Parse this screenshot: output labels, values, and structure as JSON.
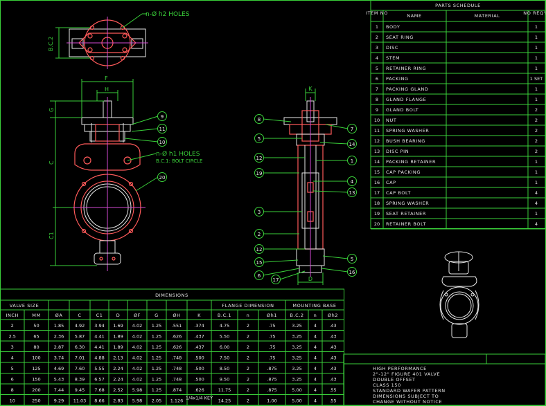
{
  "callouts": {
    "top_holes": "n-Ø h2 HOLES",
    "mid_holes": "n-Ø h1 HOLES",
    "bolt_circle": "B.C.1: BOLT CIRCLE",
    "dim_bc2": "B.C.2",
    "dim_f": "F",
    "dim_h": "H",
    "dim_g": "G",
    "dim_c": "C",
    "dim_c1": "C1",
    "dim_k": "K",
    "dim_d": "D"
  },
  "front_balloons": [
    "9",
    "11",
    "10",
    "20"
  ],
  "side_balloons_left": [
    "8",
    "5",
    "12",
    "19",
    "3",
    "2",
    "12",
    "15",
    "6",
    "17"
  ],
  "side_balloons_right": [
    "7",
    "14",
    "1",
    "4",
    "13",
    "5",
    "16"
  ],
  "parts": {
    "title": "PARTS SCHEDULE",
    "headers": {
      "item": "ITEM NO",
      "name": "NAME",
      "material": "MATERIAL",
      "qty": "NO REQ'D"
    },
    "rows": [
      {
        "no": "1",
        "name": "BODY",
        "material": "",
        "qty": "1"
      },
      {
        "no": "2",
        "name": "SEAT RING",
        "material": "",
        "qty": "1"
      },
      {
        "no": "3",
        "name": "DISC",
        "material": "",
        "qty": "1"
      },
      {
        "no": "4",
        "name": "STEM",
        "material": "",
        "qty": "1"
      },
      {
        "no": "5",
        "name": "RETAINER RING",
        "material": "",
        "qty": "1"
      },
      {
        "no": "6",
        "name": "PACKING",
        "material": "",
        "qty": "1 SET"
      },
      {
        "no": "7",
        "name": "PACKING GLAND",
        "material": "",
        "qty": "1"
      },
      {
        "no": "8",
        "name": "GLAND FLANGE",
        "material": "",
        "qty": "1"
      },
      {
        "no": "9",
        "name": "GLAND BOLT",
        "material": "",
        "qty": "2"
      },
      {
        "no": "10",
        "name": "NUT",
        "material": "",
        "qty": "2"
      },
      {
        "no": "11",
        "name": "SPRING WASHER",
        "material": "",
        "qty": "2"
      },
      {
        "no": "12",
        "name": "BUSH BEARING",
        "material": "",
        "qty": "2"
      },
      {
        "no": "13",
        "name": "DISC PIN",
        "material": "",
        "qty": "2"
      },
      {
        "no": "14",
        "name": "PACKING RETAINER",
        "material": "",
        "qty": "1"
      },
      {
        "no": "15",
        "name": "CAP PACKING",
        "material": "",
        "qty": "1"
      },
      {
        "no": "16",
        "name": "CAP",
        "material": "",
        "qty": "1"
      },
      {
        "no": "17",
        "name": "CAP BOLT",
        "material": "",
        "qty": "4"
      },
      {
        "no": "18",
        "name": "SPRING WASHER",
        "material": "",
        "qty": "4"
      },
      {
        "no": "19",
        "name": "SEAT RETAINER",
        "material": "",
        "qty": "1"
      },
      {
        "no": "20",
        "name": "RETAINER BOLT",
        "material": "",
        "qty": "4"
      }
    ]
  },
  "dimensions": {
    "title": "DIMENSIONS",
    "group_headers": {
      "valve_size": "VALVE SIZE",
      "flange": "FLANGE DIMENSION",
      "mounting": "MOUNTING BASE"
    },
    "columns": [
      "INCH",
      "MM",
      "ØA",
      "C",
      "C1",
      "D",
      "ØF",
      "G",
      "ØH",
      "K",
      "B.C.1",
      "n",
      "Øh1",
      "B.C.2",
      "n",
      "Øh2"
    ],
    "rows": [
      [
        "2",
        "50",
        "1.85",
        "4.92",
        "3.94",
        "1.69",
        "4.02",
        "1.25",
        ".551",
        ".374",
        "4.75",
        "2",
        ".75",
        "3.25",
        "4",
        ".43"
      ],
      [
        "2.5",
        "65",
        "2.36",
        "5.87",
        "4.41",
        "1.89",
        "4.02",
        "1.25",
        ".626",
        ".437",
        "5.50",
        "2",
        ".75",
        "3.25",
        "4",
        ".43"
      ],
      [
        "3",
        "80",
        "2.87",
        "6.30",
        "4.41",
        "1.89",
        "4.02",
        "1.25",
        ".626",
        ".437",
        "6.00",
        "2",
        ".75",
        "3.25",
        "4",
        ".43"
      ],
      [
        "4",
        "100",
        "3.74",
        "7.01",
        "4.88",
        "2.13",
        "4.02",
        "1.25",
        ".748",
        ".500",
        "7.50",
        "2",
        ".75",
        "3.25",
        "4",
        ".43"
      ],
      [
        "5",
        "125",
        "4.69",
        "7.60",
        "5.55",
        "2.24",
        "4.02",
        "1.25",
        ".748",
        ".500",
        "8.50",
        "2",
        ".875",
        "3.25",
        "4",
        ".43"
      ],
      [
        "6",
        "150",
        "5.43",
        "8.39",
        "6.57",
        "2.24",
        "4.02",
        "1.25",
        ".748",
        ".500",
        "9.50",
        "2",
        ".875",
        "3.25",
        "4",
        ".43"
      ],
      [
        "8",
        "200",
        "7.44",
        "9.45",
        "7.68",
        "2.52",
        "5.98",
        "1.25",
        ".874",
        ".626",
        "11.75",
        "2",
        ".875",
        "5.00",
        "4",
        ".55"
      ],
      [
        "10",
        "250",
        "9.29",
        "11.03",
        "8.66",
        "2.83",
        "5.98",
        "2.05",
        "1.126",
        "1/4x1/4 KEY",
        "14.25",
        "2",
        "1.00",
        "5.00",
        "4",
        ".55"
      ]
    ]
  },
  "title_block": [
    "HIGH PERFORMANCE",
    "2\"-12\" FIGURE 401 VALVE",
    "DOUBLE OFFSET",
    "CLASS 150",
    "STANDARD WAFER PATTERN",
    "DIMENSIONS SUBJECT TO",
    "CHANGE WITHOUT NOTICE"
  ]
}
